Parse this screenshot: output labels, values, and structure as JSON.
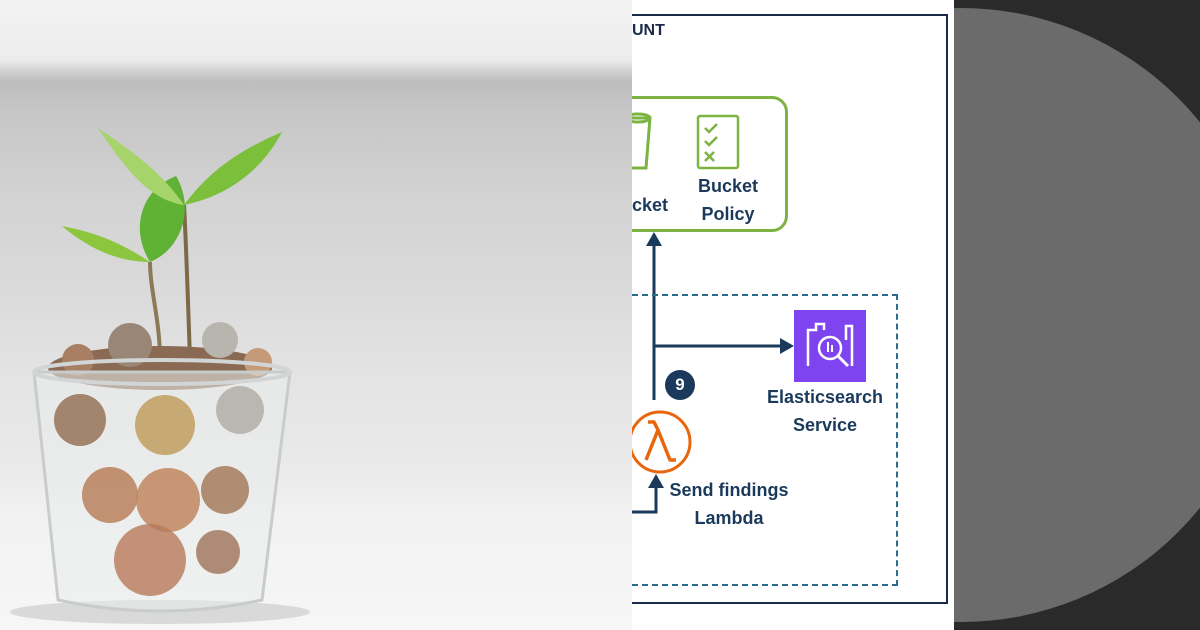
{
  "diagram": {
    "account_title": "UNT",
    "bucket_label": "cket",
    "policy_label_line1": "Bucket",
    "policy_label_line2": "Policy",
    "step_number": "9",
    "elasticsearch_line1": "Elasticsearch",
    "elasticsearch_line2": "Service",
    "lambda_line1": "Send findings",
    "lambda_line2": "Lambda"
  },
  "colors": {
    "frame": "#1b2a4a",
    "group_border": "#7cb342",
    "label_text": "#1b3a5b",
    "dashed_border": "#2b6d8e",
    "elasticsearch_icon": "#8c4fff",
    "lambda_icon": "#e8670e",
    "dark_panel": "#2a2a2a",
    "circle": "#6b6b6b"
  },
  "icons": [
    "bucket-icon",
    "bucket-policy-icon",
    "elasticsearch-icon",
    "lambda-icon",
    "step-badge"
  ]
}
